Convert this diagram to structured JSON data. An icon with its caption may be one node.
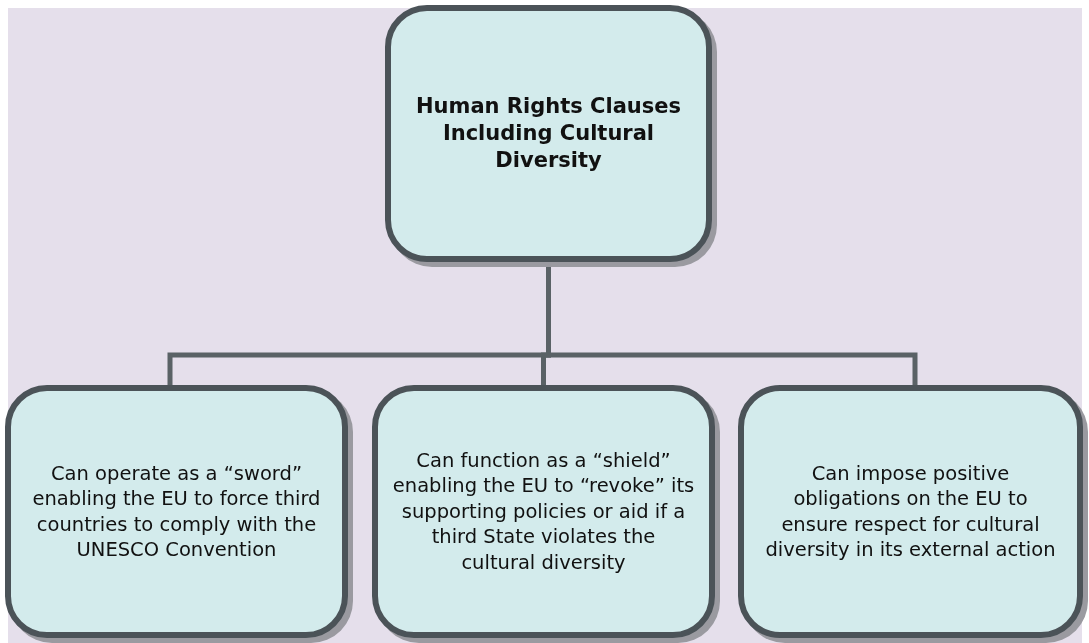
{
  "diagram": {
    "nodes": [
      {
        "text": [
          "Human Rights Clauses Including Cultural Diversity"
        ]
      },
      {
        "text": [
          "Can operate as a “sword” enabling the EU to force third countries to comply with the UNESCO Convention"
        ]
      },
      {
        "text": [
          "Can function as a “shield” enabling the EU to “revoke” its supporting policies or aid if a third State violates the cultural diversity"
        ]
      },
      {
        "text": [
          "Can impose positive obligations on the EU to ensure respect for cultural diversity in its external action"
        ]
      }
    ],
    "edges": [
      {
        "from": 0,
        "to": 1,
        "arrow": "none"
      },
      {
        "from": 0,
        "to": 2,
        "arrow": "none"
      },
      {
        "from": 0,
        "to": 3,
        "arrow": "none"
      }
    ]
  }
}
